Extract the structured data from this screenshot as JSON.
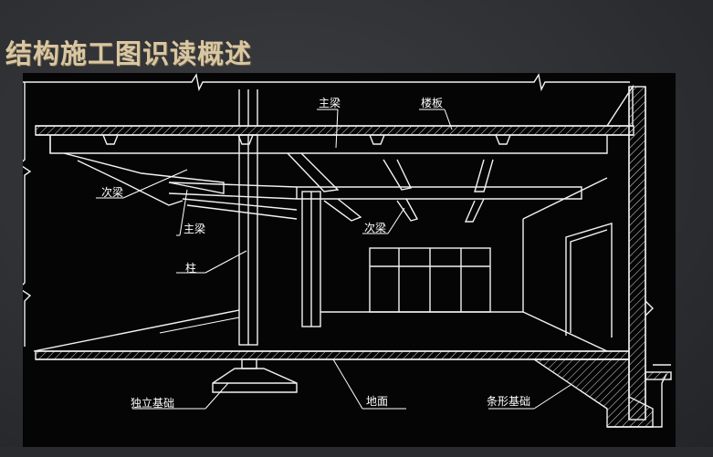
{
  "page": {
    "title": "结构施工图识读概述"
  },
  "diagram": {
    "labels": {
      "main_beam_top": "主梁",
      "floor_slab": "楼板",
      "secondary_beam_left": "次梁",
      "main_beam_left": "主梁",
      "column": "柱",
      "secondary_beam_mid": "次梁",
      "isolated_foundation": "独立基础",
      "ground": "地面",
      "strip_foundation": "条形基础"
    }
  }
}
